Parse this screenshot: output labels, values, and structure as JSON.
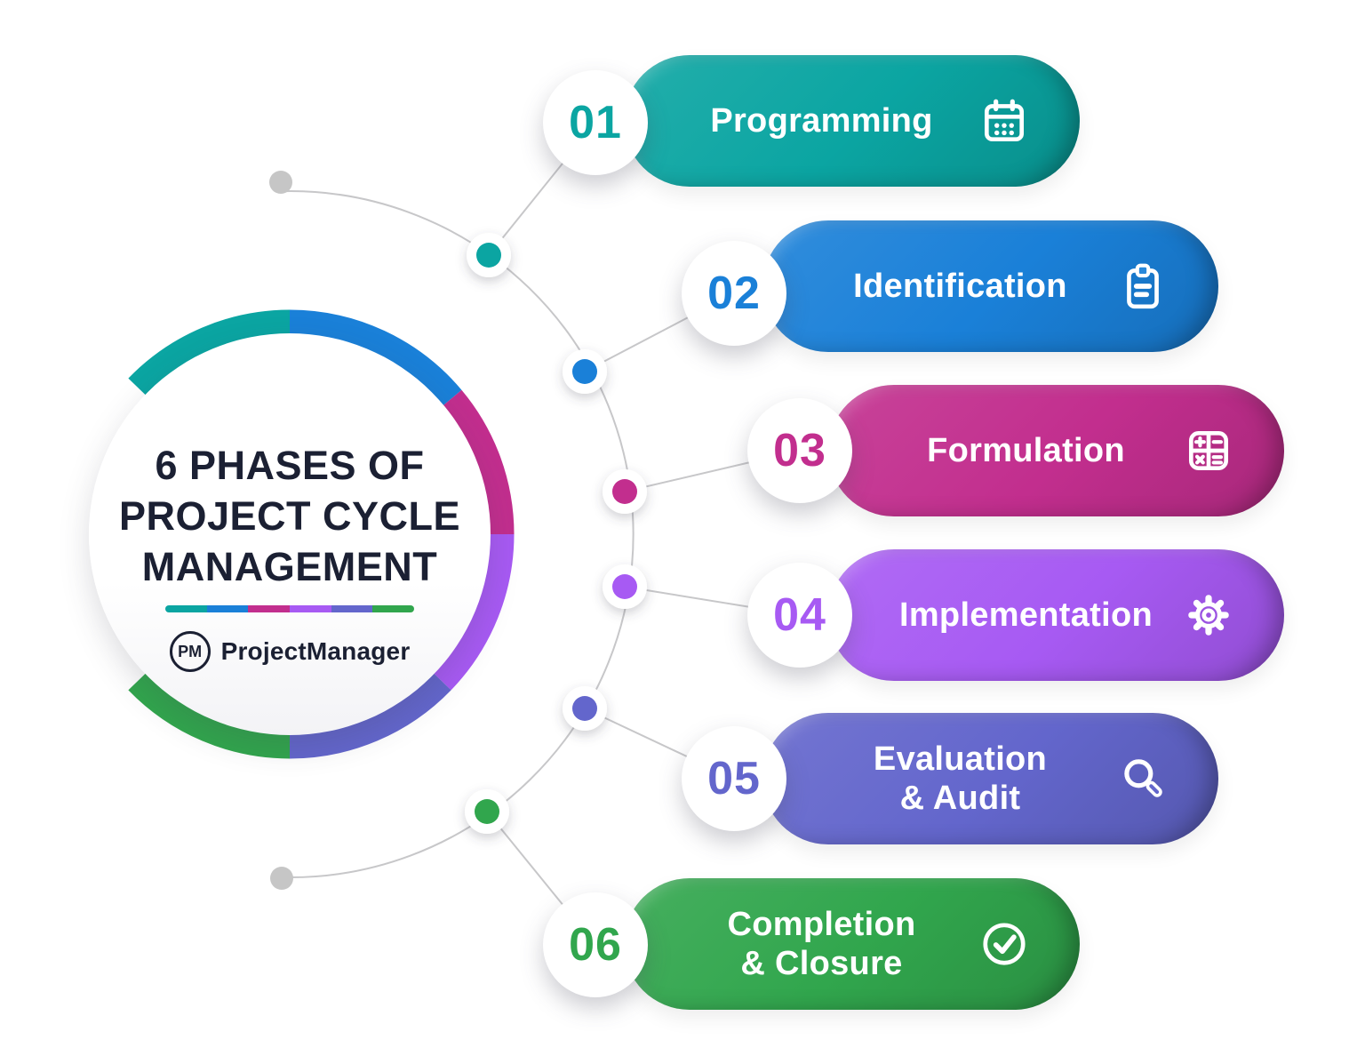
{
  "title": {
    "line1": "6 PHASES OF",
    "line2": "PROJECT CYCLE",
    "line3": "MANAGEMENT",
    "color": "#1B2033"
  },
  "brand": {
    "monogram": "PM",
    "name": "ProjectManager",
    "color": "#1B2033"
  },
  "phases": [
    {
      "number": "01",
      "label": "Programming",
      "icon": "calendar-icon",
      "color": "#0BA5A2"
    },
    {
      "number": "02",
      "label": "Identification",
      "icon": "clipboard-icon",
      "color": "#1A80D8"
    },
    {
      "number": "03",
      "label": "Formulation",
      "icon": "calculator-icon",
      "color": "#C22E8E"
    },
    {
      "number": "04",
      "label": "Implementation",
      "icon": "gear-icon",
      "color": "#A75AF3"
    },
    {
      "number": "05",
      "label": "Evaluation\n& Audit",
      "icon": "magnifier-icon",
      "color": "#6366CC"
    },
    {
      "number": "06",
      "label": "Completion\n& Closure",
      "icon": "check-circle-icon",
      "color": "#31A64D"
    }
  ],
  "connectors": {
    "line_color": "#C7C7C9",
    "end_dot_color": "#C6C6C6",
    "node_ring_color": "#FFFFFF"
  },
  "canvas": {
    "background": "#FFFFFF",
    "text_on_pill": "#FFFFFF"
  }
}
